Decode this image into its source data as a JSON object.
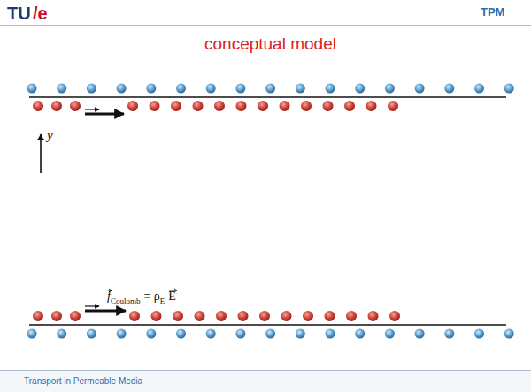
{
  "diagram": {
    "title": "conceptual model",
    "labels": [
      "TU",
      "/e",
      "TPM",
      "y",
      "f",
      "Coulomb",
      "= ρ",
      "E",
      "E",
      "Transport in Permeable Media"
    ]
  }
}
